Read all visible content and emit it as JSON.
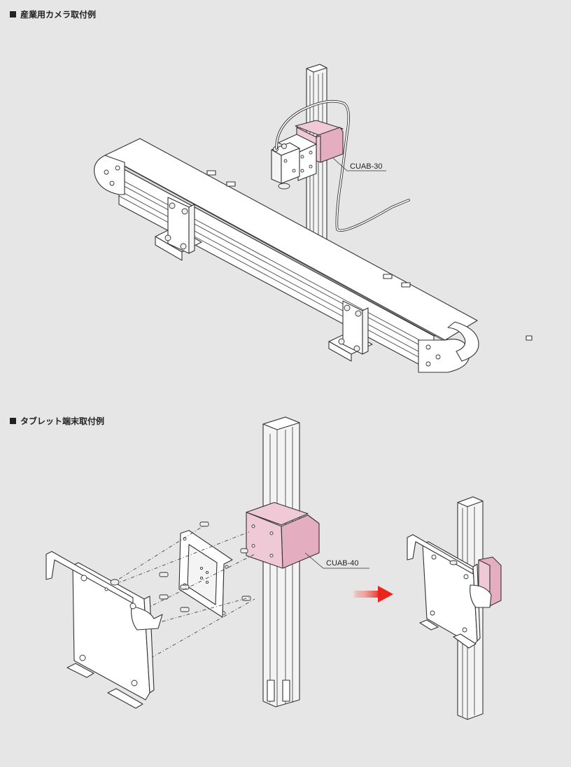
{
  "sections": [
    {
      "heading": "産業用カメラ取付例",
      "part_label": "CUAB-30"
    },
    {
      "heading": "タブレット端末取付例",
      "part_label": "CUAB-40"
    }
  ],
  "colors": {
    "background": "#e6e6e6",
    "highlight_pink": "#efc9d5",
    "arrow_red": "#e8261e"
  },
  "icons": {
    "heading_marker": "black-square-icon",
    "transition_arrow": "arrow-right-icon"
  }
}
